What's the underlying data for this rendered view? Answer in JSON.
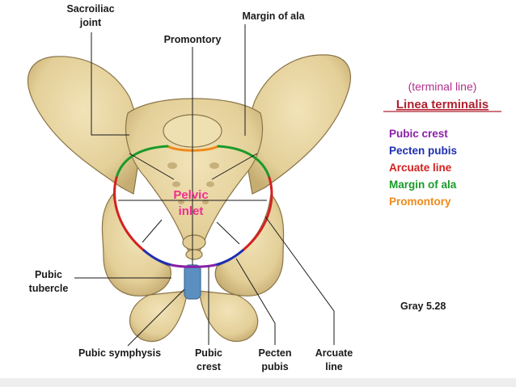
{
  "labels": {
    "sacroiliac_1": "Sacroiliac",
    "sacroiliac_2": "joint",
    "margin_of_ala": "Margin of ala",
    "promontory": "Promontory",
    "pelvic_1": "Pelvic",
    "pelvic_2": "inlet",
    "pubic_tubercle_1": "Pubic",
    "pubic_tubercle_2": "tubercle",
    "pubic_symphysis": "Pubic symphysis",
    "pubic_crest_1": "Pubic",
    "pubic_crest_2": "crest",
    "pecten_pubis_1": "Pecten",
    "pecten_pubis_2": "pubis",
    "arcuate_line_1": "Arcuate",
    "arcuate_line_2": "line",
    "source": "Gray 5.28"
  },
  "legend": {
    "subtitle": "(terminal line)",
    "title": "Linea terminalis",
    "items": [
      {
        "label": "Pubic crest",
        "color": "#8b1fa8"
      },
      {
        "label": "Pecten pubis",
        "color": "#1f2fb0"
      },
      {
        "label": "Arcuate line",
        "color": "#d42020"
      },
      {
        "label": "Margin of ala",
        "color": "#1a9a2a"
      },
      {
        "label": "Promontory",
        "color": "#f08a1a"
      }
    ]
  },
  "colors": {
    "bone": "#e8d6a6",
    "bone_shadow": "#c9b27a",
    "bone_outline": "#8a7448",
    "symphysis": "#5b8fc0",
    "inlet_text": "#ee2f8f",
    "legend_subtitle": "#b0308a",
    "legend_title": "#b02030"
  }
}
